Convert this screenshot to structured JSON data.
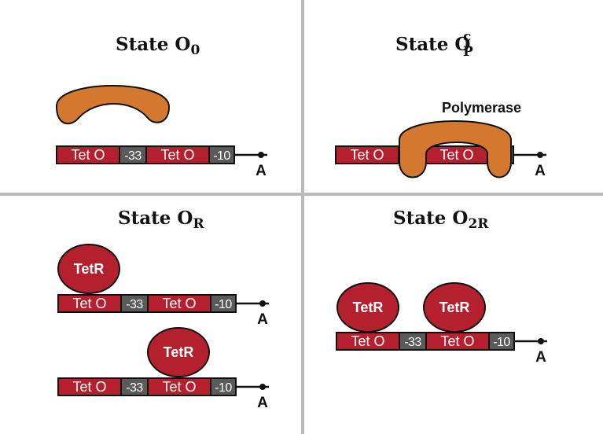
{
  "colors": {
    "operator_red": "#b5202e",
    "box_gray": "#5a5a5a",
    "polymerase_orange": "#d4782f",
    "tetr_red": "#b5202e",
    "divider_gray": "#bbbbbb",
    "outline": "#111111"
  },
  "labels": {
    "tet_o": "Tet O",
    "minus_33": "-33",
    "minus_10": "-10",
    "tetr": "TetR",
    "a": "A",
    "polymerase": "Polymerase"
  },
  "panels": {
    "o0": {
      "title_main": "State O",
      "title_sub": "0",
      "title_sup": ""
    },
    "opc": {
      "title_main": "State O",
      "title_sub": "P",
      "title_sup": "c"
    },
    "or": {
      "title_main": "State O",
      "title_sub": "R",
      "title_sup": ""
    },
    "o2r": {
      "title_main": "State O",
      "title_sub": "2R",
      "title_sup": ""
    }
  }
}
